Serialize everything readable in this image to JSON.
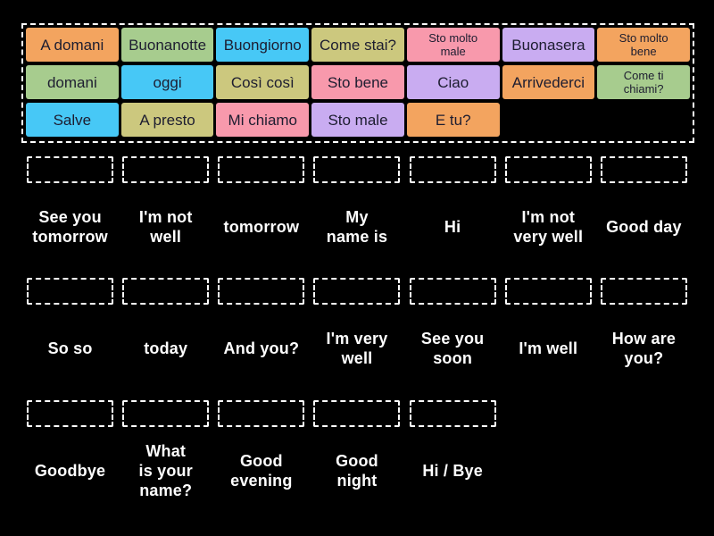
{
  "palette": {
    "orange": "#F3A45F",
    "green": "#A7CC8E",
    "blue": "#47C8F6",
    "khaki": "#CCC87E",
    "pink": "#F899AC",
    "purple": "#C9ACF1",
    "background": "#000000",
    "tile_text": "#1d1d30",
    "label_text": "#ffffff"
  },
  "tile_panel": {
    "rows": [
      [
        {
          "text": "A domani",
          "color": "orange"
        },
        {
          "text": "Buonanotte",
          "color": "green"
        },
        {
          "text": "Buongiorno",
          "color": "blue"
        },
        {
          "text": "Come stai?",
          "color": "khaki"
        },
        {
          "text": "Sto molto\nmale",
          "color": "pink",
          "small": true
        },
        {
          "text": "Buonasera",
          "color": "purple"
        },
        {
          "text": "Sto molto\nbene",
          "color": "orange",
          "small": true
        }
      ],
      [
        {
          "text": "domani",
          "color": "green"
        },
        {
          "text": "oggi",
          "color": "blue"
        },
        {
          "text": "Così così",
          "color": "khaki"
        },
        {
          "text": "Sto bene",
          "color": "pink"
        },
        {
          "text": "Ciao",
          "color": "purple"
        },
        {
          "text": "Arrivederci",
          "color": "orange"
        },
        {
          "text": "Come ti\nchiami?",
          "color": "green",
          "small": true
        }
      ],
      [
        {
          "text": "Salve",
          "color": "blue"
        },
        {
          "text": "A presto",
          "color": "khaki"
        },
        {
          "text": "Mi chiamo",
          "color": "pink"
        },
        {
          "text": "Sto male",
          "color": "purple"
        },
        {
          "text": "E tu?",
          "color": "orange"
        }
      ]
    ]
  },
  "groups": [
    {
      "slots": 7,
      "labels": [
        "See you\ntomorrow",
        "I'm not\nwell",
        "tomorrow",
        "My\nname is",
        "Hi",
        "I'm not\nvery well",
        "Good day"
      ]
    },
    {
      "slots": 7,
      "labels": [
        "So so",
        "today",
        "And you?",
        "I'm very\nwell",
        "See you\nsoon",
        "I'm well",
        "How are\nyou?"
      ]
    },
    {
      "slots": 5,
      "labels": [
        "Goodbye",
        "What\nis your\nname?",
        "Good\nevening",
        "Good\nnight",
        "Hi / Bye"
      ]
    }
  ]
}
